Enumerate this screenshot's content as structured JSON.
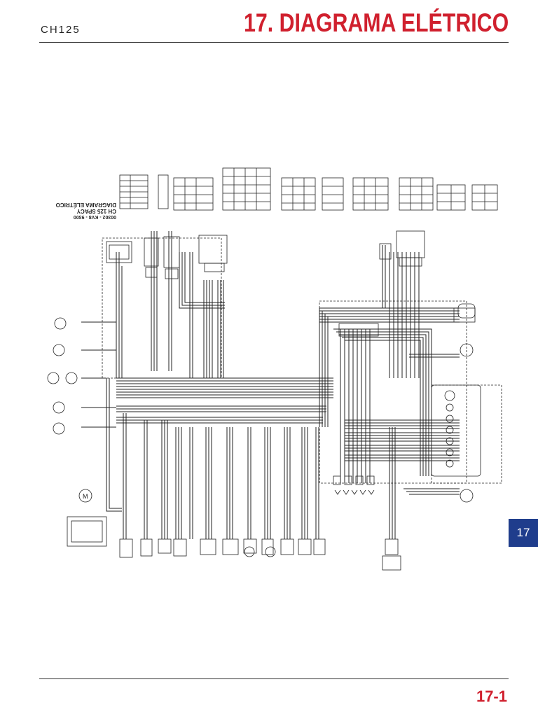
{
  "header": {
    "model": "CH125",
    "title": "17. DIAGRAMA ELÉTRICO"
  },
  "diagram": {
    "title_line1": "DIAGRAMA ELÉTRICO",
    "title_line2": "CH 125 SPACY",
    "code": "00302 - KV8 - 9300"
  },
  "chapter_tab": "17",
  "footer": {
    "page_number": "17-1"
  },
  "colors": {
    "accent_red": "#d0202e",
    "tab_blue": "#1f3d8c"
  }
}
